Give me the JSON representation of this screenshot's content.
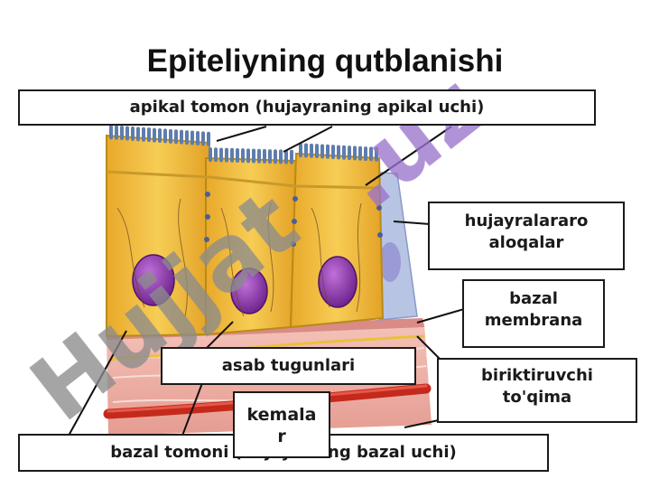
{
  "title": "Epiteliyning qutblanishi",
  "labels": {
    "apical_side": "apikal tomon (hujayraning apikal uchi)",
    "intercellular_junctions_line1": "hujayralararo",
    "intercellular_junctions_line2": "aloqalar",
    "basal_membrane_line1": "bazal",
    "basal_membrane_line2": "membrana",
    "nerve_endings": "asab tugunlari",
    "connective_tissue_line1": "biriktiruvchi",
    "connective_tissue_line2": "to'qima",
    "capillaries_line1": "kemala",
    "capillaries_line2": "r",
    "basal_side": "bazal tomoni (hujayraning bazal uchi)"
  },
  "watermark": "Hujjat.uz",
  "colors": {
    "cytoplasm": "#f2bc3c",
    "cell_border": "#b88a18",
    "nucleus": "#8a2fa8",
    "microvilli": "#5f7dab",
    "connective": "#f0b8b0",
    "vessel": "#c42a1c",
    "watermark_purple": "#9a73cc",
    "watermark_gray": "#8c8c8c"
  }
}
